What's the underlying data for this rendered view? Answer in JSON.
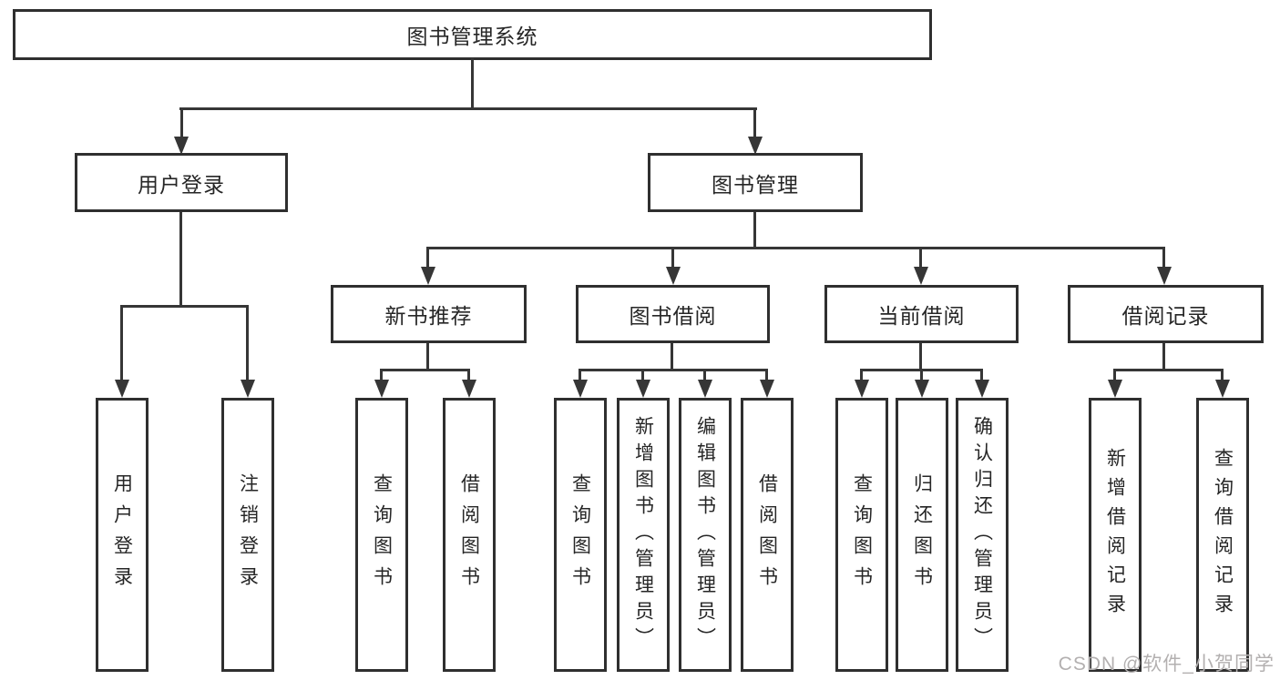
{
  "root": {
    "label": "图书管理系统"
  },
  "level2": {
    "user_login": "用户登录",
    "book_management": "图书管理"
  },
  "level3": {
    "new_book_recommendation": "新书推荐",
    "book_borrowing": "图书借阅",
    "current_borrowing": "当前借阅",
    "borrowing_records": "借阅记录"
  },
  "leaves": {
    "user_login_leaf": "用户登录",
    "logout": "注销登录",
    "nb_query_books": "查询图书",
    "nb_borrow_books": "借阅图书",
    "bb_query_books": "查询图书",
    "bb_add_books_admin": "新增图书（管理员）",
    "bb_edit_books_admin": "编辑图书（管理员）",
    "bb_borrow_books": "借阅图书",
    "cb_query_books": "查询图书",
    "cb_return_books": "归还图书",
    "cb_confirm_return_admin": "确认归还（管理员）",
    "br_add_record": "新增借阅记录",
    "br_query_record": "查询借阅记录"
  },
  "watermark": "CSDN @软件_小贺同学",
  "colors": {
    "line": "#363636",
    "box_border": "#2f2f2f",
    "text": "#262626",
    "watermark": "#b3b0b0",
    "background": "#ffffff"
  }
}
